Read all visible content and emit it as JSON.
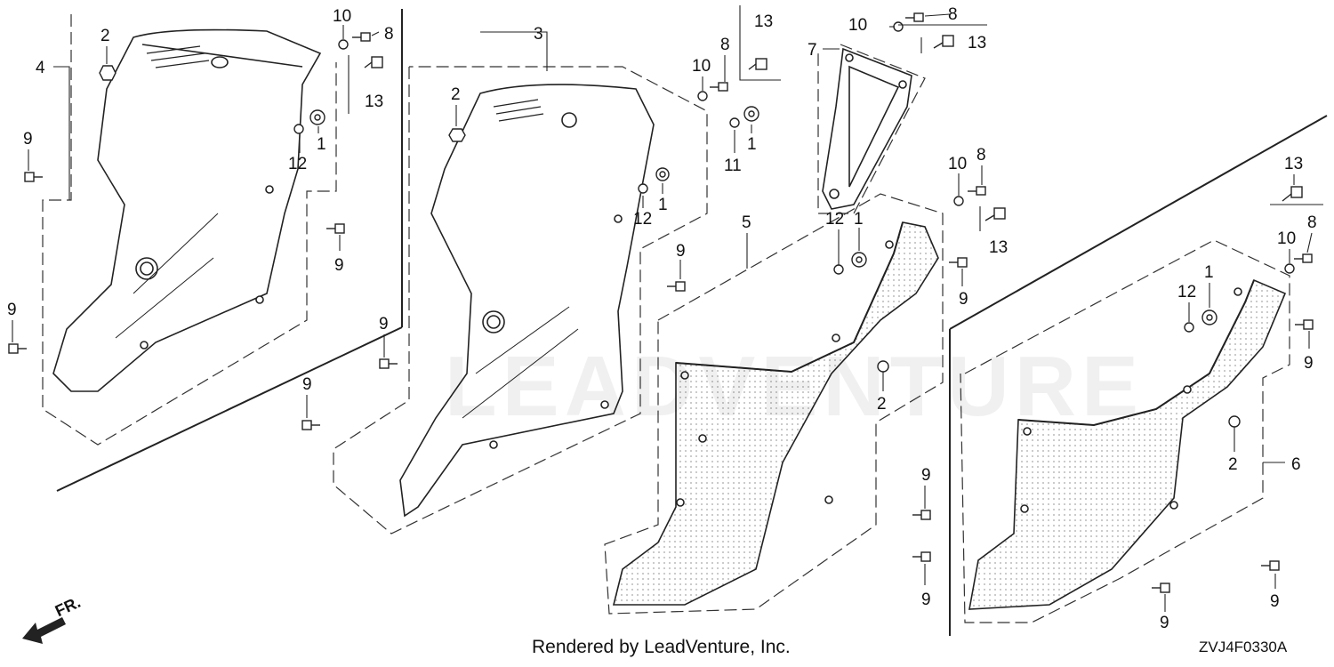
{
  "diagram": {
    "footer": "Rendered by LeadVenture, Inc.",
    "diagram_code": "ZVJ4F0330A",
    "direction_label": "FR.",
    "watermark": "LEADVENTURE",
    "callouts": [
      {
        "id": "c-4",
        "text": "4"
      },
      {
        "id": "c-2a",
        "text": "2"
      },
      {
        "id": "c-10a",
        "text": "10"
      },
      {
        "id": "c-8a",
        "text": "8"
      },
      {
        "id": "c-13a",
        "text": "13"
      },
      {
        "id": "c-1a",
        "text": "1"
      },
      {
        "id": "c-12a",
        "text": "12"
      },
      {
        "id": "c-9a",
        "text": "9"
      },
      {
        "id": "c-9b",
        "text": "9"
      },
      {
        "id": "c-9c",
        "text": "9"
      },
      {
        "id": "c-3",
        "text": "3"
      },
      {
        "id": "c-2b",
        "text": "2"
      },
      {
        "id": "c-10b",
        "text": "10"
      },
      {
        "id": "c-8b",
        "text": "8"
      },
      {
        "id": "c-13b",
        "text": "13"
      },
      {
        "id": "c-1b",
        "text": "1"
      },
      {
        "id": "c-11",
        "text": "11"
      },
      {
        "id": "c-1c",
        "text": "1"
      },
      {
        "id": "c-12b",
        "text": "12"
      },
      {
        "id": "c-9d",
        "text": "9"
      },
      {
        "id": "c-9e",
        "text": "9"
      },
      {
        "id": "c-9f",
        "text": "9"
      },
      {
        "id": "c-10c",
        "text": "10"
      },
      {
        "id": "c-8c",
        "text": "8"
      },
      {
        "id": "c-7",
        "text": "7"
      },
      {
        "id": "c-13c",
        "text": "13"
      },
      {
        "id": "c-5",
        "text": "5"
      },
      {
        "id": "c-10d",
        "text": "10"
      },
      {
        "id": "c-8d",
        "text": "8"
      },
      {
        "id": "c-13d",
        "text": "13"
      },
      {
        "id": "c-1d",
        "text": "1"
      },
      {
        "id": "c-12c",
        "text": "12"
      },
      {
        "id": "c-9g",
        "text": "9"
      },
      {
        "id": "c-2c",
        "text": "2"
      },
      {
        "id": "c-9h",
        "text": "9"
      },
      {
        "id": "c-9i",
        "text": "9"
      },
      {
        "id": "c-13e",
        "text": "13"
      },
      {
        "id": "c-8e",
        "text": "8"
      },
      {
        "id": "c-10e",
        "text": "10"
      },
      {
        "id": "c-1e",
        "text": "1"
      },
      {
        "id": "c-12d",
        "text": "12"
      },
      {
        "id": "c-9j",
        "text": "9"
      },
      {
        "id": "c-2d",
        "text": "2"
      },
      {
        "id": "c-6",
        "text": "6"
      },
      {
        "id": "c-9k",
        "text": "9"
      },
      {
        "id": "c-9l",
        "text": "9"
      }
    ]
  }
}
